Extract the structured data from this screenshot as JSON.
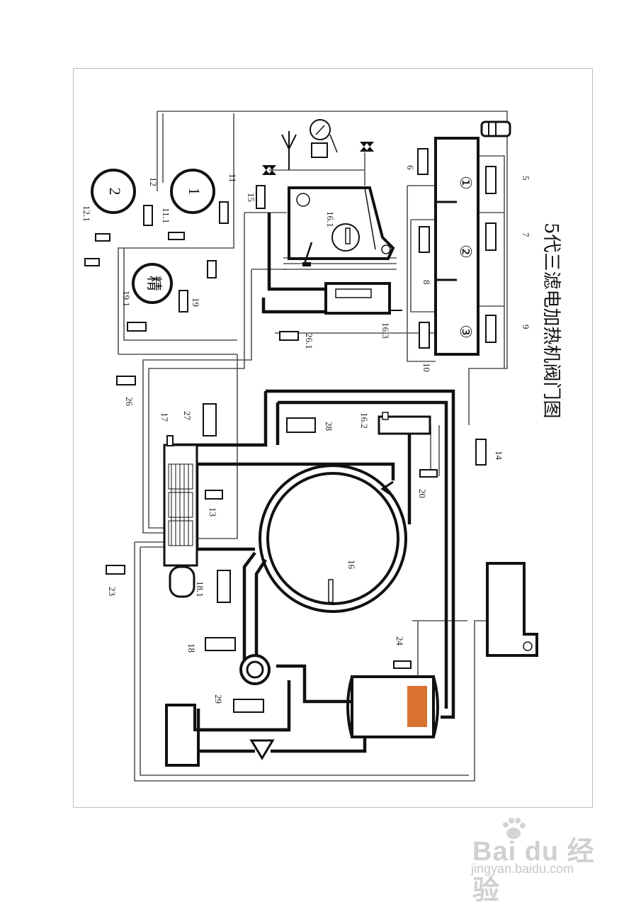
{
  "title": "5代三滤电加热机阀门图",
  "tanks": {
    "t1": "1",
    "t2": "2",
    "jing": "精"
  },
  "chambers": {
    "c1": "①",
    "c2": "②",
    "c3": "③"
  },
  "labels": {
    "l5": "5",
    "l6": "6",
    "l7": "7",
    "l8": "8",
    "l9": "9",
    "l10": "10",
    "l11": "11",
    "l11_1": "11.1",
    "l12": "12",
    "l12_1": "12.1",
    "l13": "13",
    "l14": "14",
    "l15": "15",
    "l16": "16",
    "l16_1": "16.1",
    "l16_2": "16.2",
    "l16_3": "16.3",
    "l17": "17",
    "l18": "18",
    "l18_1": "18.1",
    "l19": "19",
    "l19_1": "19.1",
    "l20": "20",
    "l23": "23",
    "l24": "24",
    "l26": "26",
    "l26_1": "26.1",
    "l27": "27",
    "l28": "28",
    "l29": "29"
  },
  "watermark": {
    "brand": "Bai du 经验",
    "url": "jingyan.baidu.com"
  },
  "colors": {
    "line": "#111111",
    "pipe": "#555555",
    "heater": "#d9712f",
    "frame": "#bfbfbf"
  }
}
